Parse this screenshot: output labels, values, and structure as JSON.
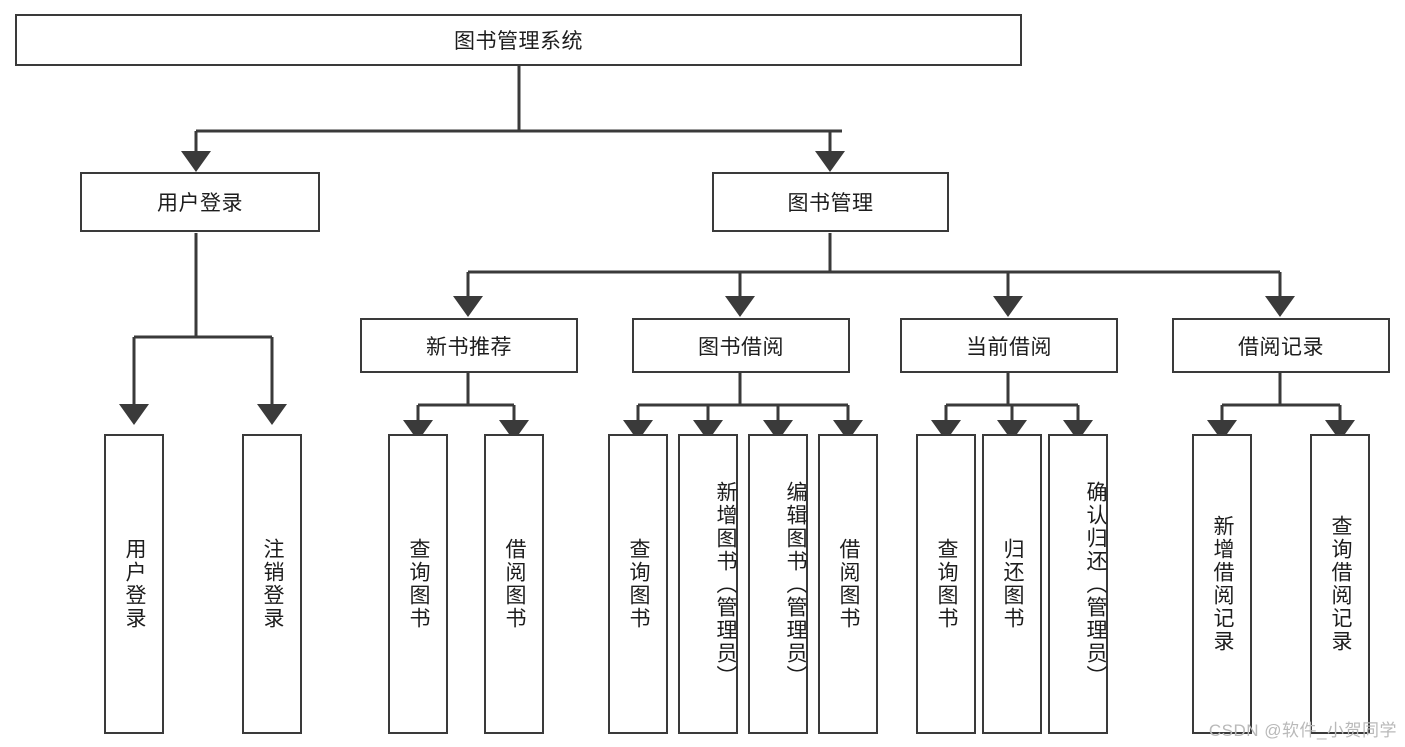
{
  "diagram": {
    "title": "图书管理系统",
    "type": "hierarchy-tree",
    "edge_color": "#3a3a3a",
    "box_border_color": "#3a3a3a",
    "background_color": "#ffffff",
    "text_color": "#1d1d1d"
  },
  "root": {
    "label": "图书管理系统"
  },
  "level2": [
    {
      "label": "用户登录"
    },
    {
      "label": "图书管理"
    }
  ],
  "level3": [
    {
      "label": "新书推荐"
    },
    {
      "label": "图书借阅"
    },
    {
      "label": "当前借阅"
    },
    {
      "label": "借阅记录"
    }
  ],
  "leaves": {
    "user_login": [
      {
        "label": "用户登录"
      },
      {
        "label": "注销登录"
      }
    ],
    "new_book_recommend": [
      {
        "label": "查询图书"
      },
      {
        "label": "借阅图书"
      }
    ],
    "book_borrow": [
      {
        "label": "查询图书"
      },
      {
        "label": "新增图书（管理员）"
      },
      {
        "label": "编辑图书（管理员）"
      },
      {
        "label": "借阅图书"
      }
    ],
    "current_borrow": [
      {
        "label": "查询图书"
      },
      {
        "label": "归还图书"
      },
      {
        "label": "确认归还（管理员）"
      }
    ],
    "borrow_record": [
      {
        "label": "新增借阅记录"
      },
      {
        "label": "查询借阅记录"
      }
    ]
  },
  "watermark": {
    "text": "CSDN @软件_小贺同学"
  }
}
